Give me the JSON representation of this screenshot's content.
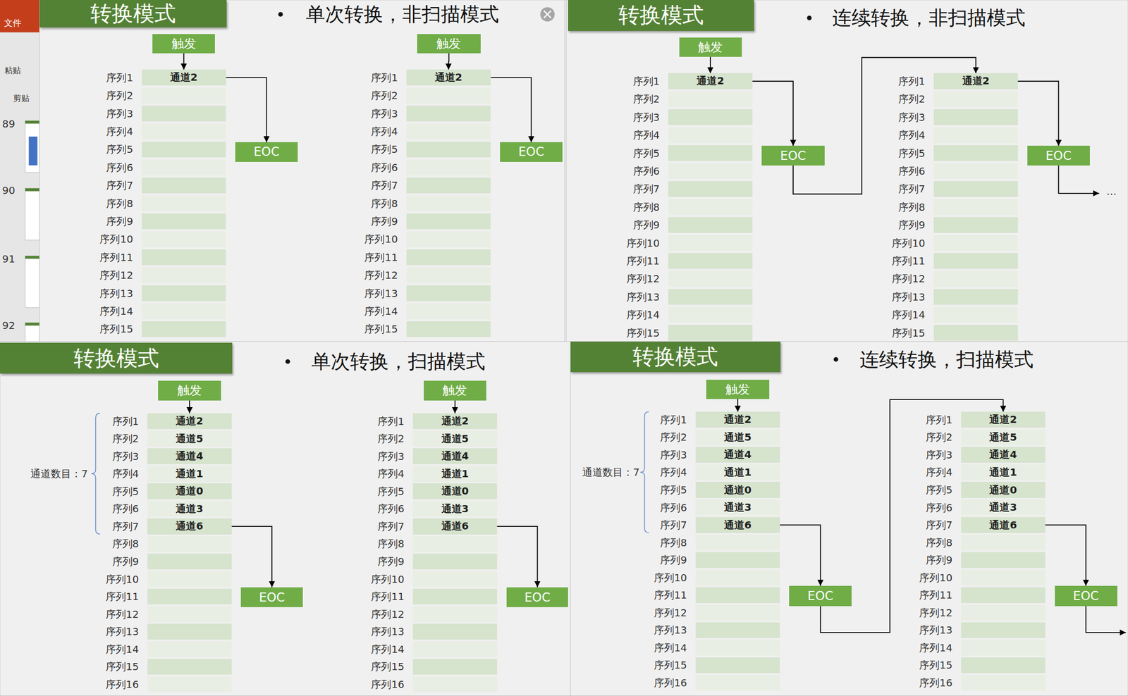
{
  "diagram": {
    "nodes": [
      {
        "text": [
          "转换模式"
        ]
      },
      {
        "text": [
          "触发"
        ]
      },
      {
        "text": [
          "通道2"
        ]
      },
      {
        "text": [
          "EOC"
        ]
      },
      {
        "text": [
          "触发"
        ]
      },
      {
        "text": [
          "通道2"
        ]
      },
      {
        "text": [
          "EOC"
        ]
      },
      {
        "text": [
          "转换模式"
        ]
      },
      {
        "text": [
          "触发"
        ]
      },
      {
        "text": [
          "通道2"
        ]
      },
      {
        "text": [
          "EOC"
        ]
      },
      {
        "text": [
          "通道2"
        ]
      },
      {
        "text": [
          "EOC"
        ]
      },
      {
        "text": [
          "转换模式"
        ]
      },
      {
        "text": [
          "触发"
        ]
      },
      {
        "text": [
          "通道2"
        ]
      },
      {
        "text": [
          "通道5"
        ]
      },
      {
        "text": [
          "通道4"
        ]
      },
      {
        "text": [
          "通道1"
        ]
      },
      {
        "text": [
          "通道0"
        ]
      },
      {
        "text": [
          "通道3"
        ]
      },
      {
        "text": [
          "通道6"
        ]
      },
      {
        "text": [
          "EOC"
        ]
      },
      {
        "text": [
          "触发"
        ]
      },
      {
        "text": [
          "通道2"
        ]
      },
      {
        "text": [
          "通道5"
        ]
      },
      {
        "text": [
          "通道4"
        ]
      },
      {
        "text": [
          "通道1"
        ]
      },
      {
        "text": [
          "通道0"
        ]
      },
      {
        "text": [
          "通道3"
        ]
      },
      {
        "text": [
          "通道6"
        ]
      },
      {
        "text": [
          "EOC"
        ]
      },
      {
        "text": [
          "转换模式"
        ]
      },
      {
        "text": [
          "触发"
        ]
      },
      {
        "text": [
          "通道2"
        ]
      },
      {
        "text": [
          "通道5"
        ]
      },
      {
        "text": [
          "通道4"
        ]
      },
      {
        "text": [
          "通道1"
        ]
      },
      {
        "text": [
          "通道0"
        ]
      },
      {
        "text": [
          "通道3"
        ]
      },
      {
        "text": [
          "通道6"
        ]
      },
      {
        "text": [
          "EOC"
        ]
      },
      {
        "text": [
          "通道2"
        ]
      },
      {
        "text": [
          "通道5"
        ]
      },
      {
        "text": [
          "通道4"
        ]
      },
      {
        "text": [
          "通道1"
        ]
      },
      {
        "text": [
          "通道0"
        ]
      },
      {
        "text": [
          "通道3"
        ]
      },
      {
        "text": [
          "通道6"
        ]
      },
      {
        "text": [
          "EOC"
        ]
      }
    ],
    "edges": [
      {
        "from": 1,
        "to": 2,
        "arrow": "to"
      },
      {
        "from": 2,
        "to": 3,
        "arrow": "to"
      },
      {
        "from": 4,
        "to": 5,
        "arrow": "to"
      },
      {
        "from": 5,
        "to": 6,
        "arrow": "to"
      },
      {
        "from": 8,
        "to": 9,
        "arrow": "to"
      },
      {
        "from": 9,
        "to": 10,
        "arrow": "to"
      },
      {
        "from": 10,
        "to": 11,
        "arrow": "to"
      },
      {
        "from": 11,
        "to": 12,
        "arrow": "to"
      },
      {
        "from": 14,
        "to": 15,
        "arrow": "to"
      },
      {
        "from": 21,
        "to": 22,
        "arrow": "to"
      },
      {
        "from": 23,
        "to": 24,
        "arrow": "to"
      },
      {
        "from": 30,
        "to": 31,
        "arrow": "to"
      },
      {
        "from": 33,
        "to": 34,
        "arrow": "to"
      },
      {
        "from": 40,
        "to": 41,
        "arrow": "to"
      },
      {
        "from": 41,
        "to": 42,
        "arrow": "to"
      },
      {
        "from": 48,
        "to": 49,
        "arrow": "to"
      }
    ],
    "labels": [
      "文件",
      "粘贴",
      "剪贴",
      "89",
      "90",
      "91",
      "92",
      "单次转换，非扫描模式",
      "连续转换，非扫描模式",
      "单次转换，扫描模式",
      "连续转换，扫描模式",
      "…",
      "通道数目：7",
      "通道数目：7",
      "序列1",
      "序列2",
      "序列3",
      "序列4",
      "序列5",
      "序列6",
      "序列7",
      "序列8",
      "序列9",
      "序列10",
      "序列11",
      "序列12",
      "序列13",
      "序列14",
      "序列15",
      "序列1",
      "序列2",
      "序列3",
      "序列4",
      "序列5",
      "序列6",
      "序列7",
      "序列8",
      "序列9",
      "序列10",
      "序列11",
      "序列12",
      "序列13",
      "序列14",
      "序列15",
      "序列1",
      "序列2",
      "序列3",
      "序列4",
      "序列5",
      "序列6",
      "序列7",
      "序列8",
      "序列9",
      "序列10",
      "序列11",
      "序列12",
      "序列13",
      "序列14",
      "序列15",
      "序列1",
      "序列2",
      "序列3",
      "序列4",
      "序列5",
      "序列6",
      "序列7",
      "序列8",
      "序列9",
      "序列10",
      "序列11",
      "序列12",
      "序列13",
      "序列14",
      "序列15",
      "序列1",
      "序列2",
      "序列3",
      "序列4",
      "序列5",
      "序列6",
      "序列7",
      "序列8",
      "序列9",
      "序列10",
      "序列11",
      "序列12",
      "序列13",
      "序列14",
      "序列15",
      "序列16",
      "序列1",
      "序列2",
      "序列3",
      "序列4",
      "序列5",
      "序列6",
      "序列7",
      "序列8",
      "序列9",
      "序列10",
      "序列11",
      "序列12",
      "序列13",
      "序列14",
      "序列15",
      "序列16",
      "序列1",
      "序列2",
      "序列3",
      "序列4",
      "序列5",
      "序列6",
      "序列7",
      "序列8",
      "序列9",
      "序列10",
      "序列11",
      "序列12",
      "序列13",
      "序列14",
      "序列15",
      "序列16",
      "序列1",
      "序列2",
      "序列3",
      "序列4",
      "序列5",
      "序列6",
      "序列7",
      "序列8",
      "序列9",
      "序列10",
      "序列11",
      "序列12",
      "序列13",
      "序列14",
      "序列15",
      "序列16"
    ]
  }
}
